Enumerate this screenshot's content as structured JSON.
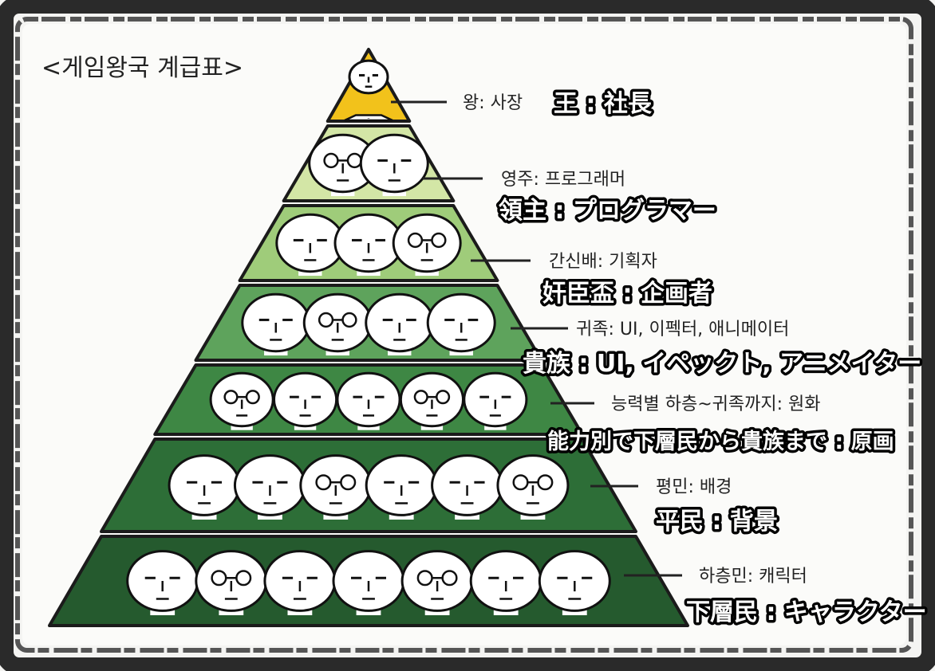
{
  "title": "<게임왕국 계급표>",
  "tiers": [
    {
      "korean": "왕: 사장",
      "japanese": "王 : 社長",
      "fill": "#f2c21b",
      "faces": 1
    },
    {
      "korean": "영주: 프로그래머",
      "japanese": "領主 : プログラマー",
      "fill": "#d3e6a6",
      "faces": 2
    },
    {
      "korean": "간신배: 기획자",
      "japanese": "奸臣盃 : 企画者",
      "fill": "#9fcc7a",
      "faces": 3
    },
    {
      "korean": "귀족: UI, 이펙터, 애니메이터",
      "japanese": "貴族 : UI, イペックト, アニメイター",
      "fill": "#5ea35c",
      "faces": 4
    },
    {
      "korean": "능력별 하층~귀족까지: 원화",
      "japanese": "能力別で下層民から貴族まで : 原画",
      "fill": "#3e8744",
      "faces": 5
    },
    {
      "korean": "평민: 배경",
      "japanese": "平民 : 背景",
      "fill": "#2d6e37",
      "faces": 6
    },
    {
      "korean": "하층민: 캐릭터",
      "japanese": "下層民 : キャラクター",
      "fill": "#255a2e",
      "faces": 7
    }
  ]
}
